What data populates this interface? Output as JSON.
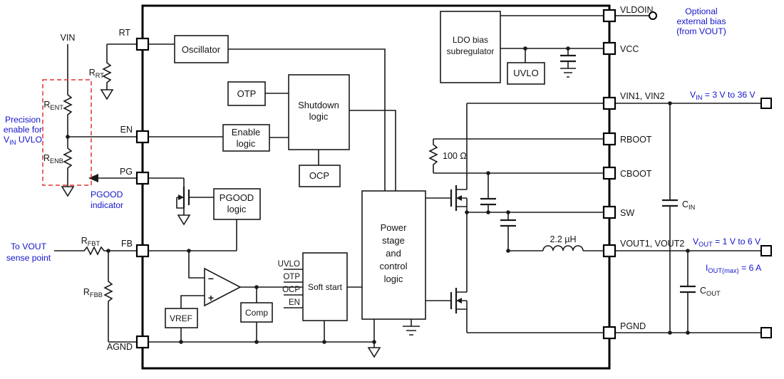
{
  "colors": {
    "accent_blue": "#1414CC",
    "dashed_red": "#E03434",
    "line": "#1A1A1A"
  },
  "blocks": {
    "oscillator": "Oscillator",
    "otp": "OTP",
    "shutdown_l1": "Shutdown",
    "shutdown_l2": "logic",
    "enable_l1": "Enable",
    "enable_l2": "logic",
    "ocp": "OCP",
    "pgood_l1": "PGOOD",
    "pgood_l2": "logic",
    "power_l1": "Power",
    "power_l2": "stage",
    "power_l3": "and",
    "power_l4": "control",
    "power_l5": "logic",
    "soft_start": "Soft start",
    "comp": "Comp",
    "vref": "VREF",
    "ldo_l1": "LDO bias",
    "ldo_l2": "subregulator",
    "uvlo": "UVLO"
  },
  "pins": {
    "rt": "RT",
    "en": "EN",
    "pg": "PG",
    "fb": "FB",
    "agnd": "AGND",
    "vldoin": "VLDOIN",
    "vcc": "VCC",
    "vin": "VIN1, VIN2",
    "rboot": "RBOOT",
    "cboot": "CBOOT",
    "sw": "SW",
    "vout": "VOUT1, VOUT2",
    "pgnd": "PGND"
  },
  "signals": {
    "uvlo": "UVLO",
    "otp": "OTP",
    "ocp": "OCP",
    "en": "EN"
  },
  "opamp": {
    "minus": "−",
    "plus": "+"
  },
  "components": {
    "vin": "VIN",
    "r_rt": {
      "m": "R",
      "s": "RT"
    },
    "r_ent": {
      "m": "R",
      "s": "ENT"
    },
    "r_enb": {
      "m": "R",
      "s": "ENB"
    },
    "r_fbt": {
      "m": "R",
      "s": "FBT"
    },
    "r_fbb": {
      "m": "R",
      "s": "FBB"
    },
    "boot_resistor": "100 Ω",
    "inductor": "2.2 µH",
    "c_in": {
      "m": "C",
      "s": "IN"
    },
    "c_out": {
      "m": "C",
      "s": "OUT"
    }
  },
  "annotations": {
    "optional_bias": {
      "l1": "Optional",
      "l2": "external bias",
      "l3": "(from VOUT)"
    },
    "vin_range": {
      "m": "V",
      "s": "IN",
      "rest": " = 3 V to 36 V"
    },
    "vout_range": {
      "m": "V",
      "s": "OUT",
      "rest": " = 1 V to 6 V"
    },
    "iout_max": {
      "m": "I",
      "s": "OUT(max)",
      "rest": " = 6 A"
    },
    "precision_enable": {
      "l1": "Precision",
      "l2": "enable for",
      "l3m": "V",
      "l3s": "IN",
      "l3rest": " UVLO"
    },
    "pgood_indicator": {
      "l1": "PGOOD",
      "l2": "indicator"
    },
    "vout_sense": {
      "l1": "To VOUT",
      "l2": "sense point"
    }
  }
}
